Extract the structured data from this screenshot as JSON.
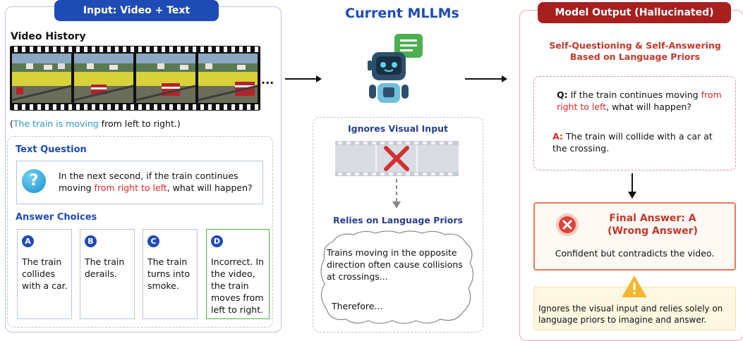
{
  "input_panel": {
    "header": "Input: Video + Text",
    "video_history_label": "Video History",
    "ellipsis": "...",
    "caption_open": "(",
    "caption_teal": "The train is moving",
    "caption_rest": " from left to right.)",
    "text_question_title": "Text Question",
    "question_icon": "?",
    "question_pre": "In the next second, if the train continues moving ",
    "question_red": "from right to left",
    "question_post": ", what will happen?",
    "answer_choices_title": "Answer Choices",
    "choices": [
      {
        "letter": "A",
        "text": "The train collides with a car."
      },
      {
        "letter": "B",
        "text": "The train derails."
      },
      {
        "letter": "C",
        "text": "The train turns into smoke."
      },
      {
        "letter": "D",
        "text": "Incorrect. In the video, the train moves from left to right."
      }
    ]
  },
  "middle": {
    "title": "Current MLLMs",
    "ignores_label": "Ignores Visual Input",
    "relies_label": "Relies on Language Priors",
    "cloud_text": "Trains moving in the opposite direction often cause collisions at crossings...",
    "cloud_therefore": "Therefore..."
  },
  "output_panel": {
    "header": "Model Output (Hallucinated)",
    "self_q_line1": "Self-Questioning & Self-Answering",
    "self_q_line2": "Based on Language Priors",
    "q_label": "Q:",
    "q_pre": " If the train continues moving ",
    "q_red": "from right to left",
    "q_post": ", what will happen?",
    "a_label": "A:",
    "a_text": " The train will collide with a car at the crossing.",
    "final_line1": "Final Answer: A",
    "final_line2": "(Wrong Answer)",
    "final_sub": "Confident but contradicts the video.",
    "warning_text": "Ignores the visual input and relies solely on language priors to imagine and answer."
  },
  "colors": {
    "blue": "#1f4bb5",
    "red_header": "#a81f1f",
    "accent_red": "#e02a2a",
    "teal": "#2a9bb6",
    "correct_green": "#4cae4c"
  },
  "icons": [
    "question-icon",
    "robot-icon",
    "speech-bubble-icon",
    "cross-mark-icon",
    "error-x-icon",
    "warning-icon"
  ]
}
